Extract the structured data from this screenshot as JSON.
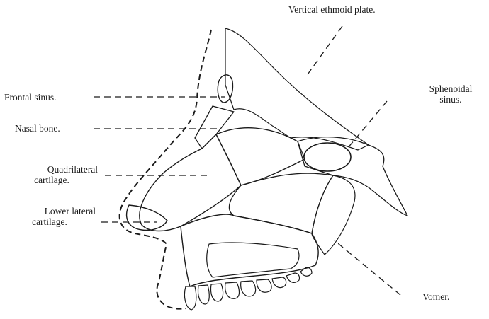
{
  "labels": {
    "vertical_ethmoid": "Vertical ethmoid plate.",
    "frontal_sinus": "Frontal sinus.",
    "nasal_bone": "Nasal bone.",
    "quadrilateral_1": "Quadrilateral",
    "quadrilateral_2": "cartilage.",
    "lower_lateral_1": "Lower lateral",
    "lower_lateral_2": "cartilage.",
    "sphenoidal_1": "Sphenoidal",
    "sphenoidal_2": "sinus.",
    "vomer": "Vomer."
  }
}
